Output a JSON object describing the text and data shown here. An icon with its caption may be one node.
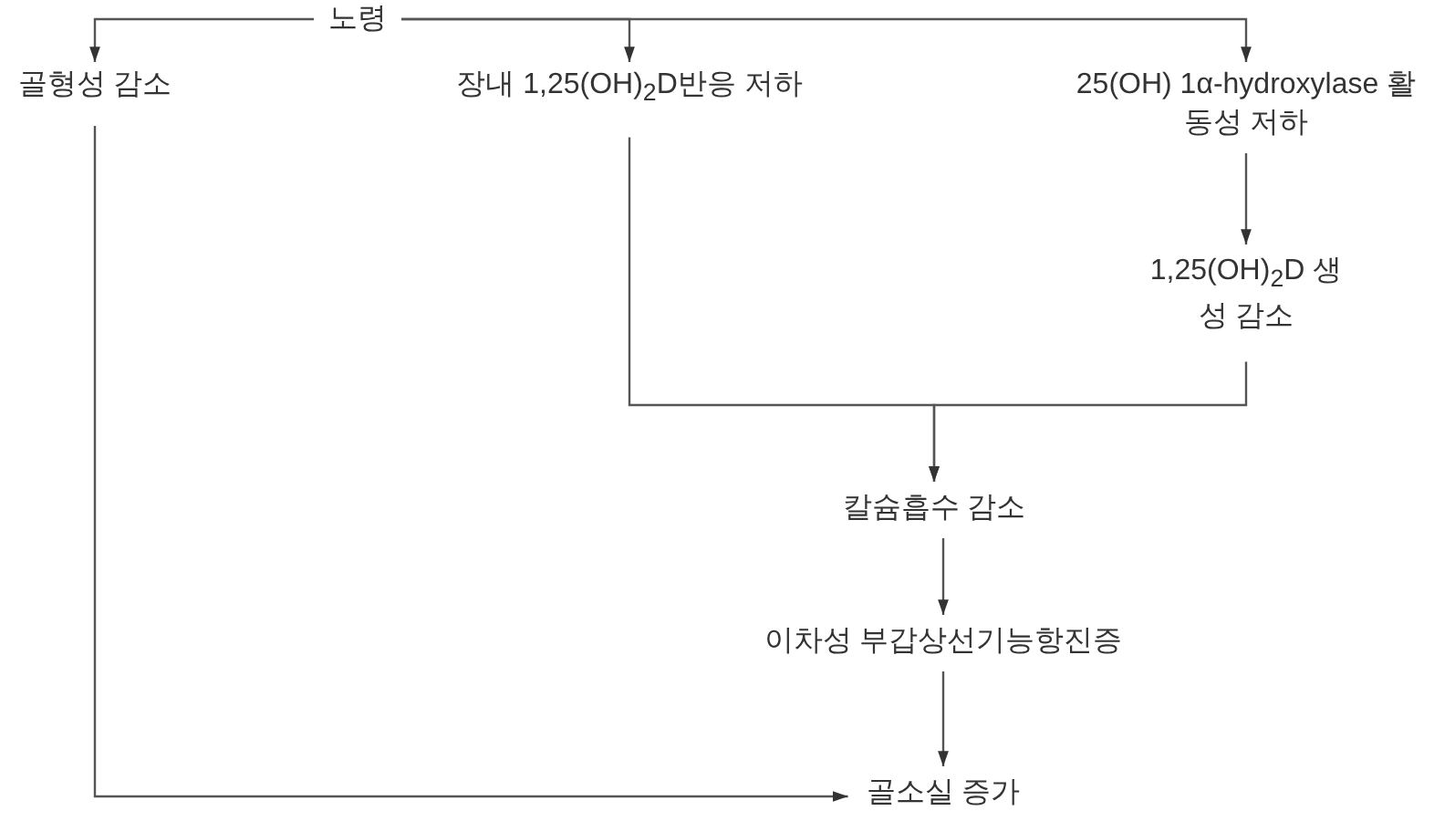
{
  "diagram": {
    "nodes": [
      {
        "text": [
          "노령"
        ]
      },
      {
        "text": [
          "골형성 감소"
        ]
      },
      {
        "text": [
          "장내 1,25(OH)$_{2}$D반응 저하"
        ]
      },
      {
        "text": [
          "25(OH) 1α-hydroxylase 활동성 저하"
        ]
      },
      {
        "text": [
          "1,25(OH)$_{2}$D 생성 감소"
        ]
      },
      {
        "text": [
          "칼슘흡수 감소"
        ]
      },
      {
        "text": [
          "이차성 부갑상선기능항진증"
        ]
      },
      {
        "text": [
          "골소실 증가"
        ]
      }
    ],
    "edges": [
      {
        "from": 0,
        "to": 1,
        "arrow": "to"
      },
      {
        "from": 0,
        "to": 2,
        "arrow": "to"
      },
      {
        "from": 0,
        "to": 3,
        "arrow": "to"
      },
      {
        "from": 3,
        "to": 4,
        "arrow": "to"
      },
      {
        "from": 2,
        "to": 5,
        "arrow": "to"
      },
      {
        "from": 4,
        "to": 5,
        "arrow": "to"
      },
      {
        "from": 5,
        "to": 6,
        "arrow": "to"
      },
      {
        "from": 6,
        "to": 7,
        "arrow": "to"
      },
      {
        "from": 1,
        "to": 7,
        "arrow": "to"
      }
    ]
  }
}
